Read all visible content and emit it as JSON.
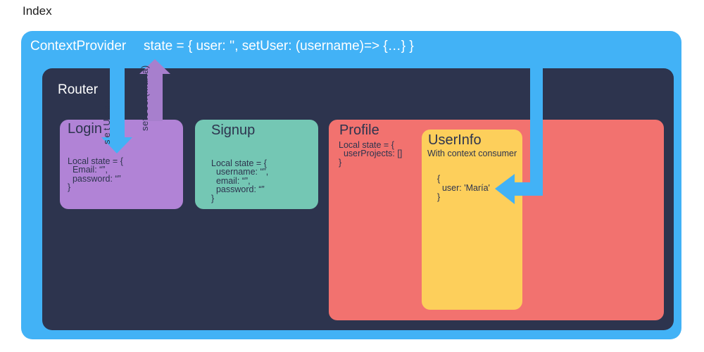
{
  "title": "Index",
  "colors": {
    "provider_blue": "#42b2f6",
    "router_navy": "#2d344e",
    "login_purple": "#b183d6",
    "arrow_purple": "#a77fcd",
    "signup_teal": "#74c7b4",
    "profile_red": "#f2726f",
    "userinfo_yellow": "#fdcf5b",
    "dark_text": "#2d344e",
    "light_text": "#ffffff"
  },
  "provider": {
    "name": "ContextProvider",
    "state": "state = { user: '', setUser: (username)=> {…} }"
  },
  "router": {
    "name": "Router"
  },
  "components": {
    "login": {
      "title": "Login",
      "code": "Local state = {\n  Email: “”,\n  password: “”\n}"
    },
    "signup": {
      "title": "Signup",
      "code": "Local state = {\n  username: “”,\n  email: “”,\n  password: “”\n}"
    },
    "profile": {
      "title": "Profile",
      "code": "Local state = {\n  userProjects: []\n}"
    },
    "userinfo": {
      "title": "UserInfo",
      "subtitle": "With context consumer",
      "code": "{\n  user: 'María'\n}"
    }
  },
  "arrows": {
    "set_user_down": {
      "label": "setUser"
    },
    "set_user_up": {
      "label": "setUser(María)"
    }
  }
}
